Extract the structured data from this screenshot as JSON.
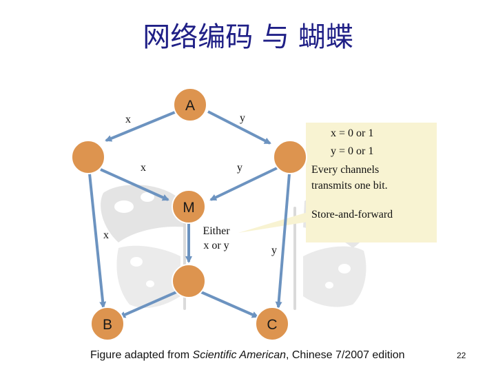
{
  "title": "网络编码 与 蝴蝶",
  "colors": {
    "node_fill": "#dd944f",
    "node_stroke": "#ffffff",
    "arrow": "#6c93c0",
    "note_bg": "#f8f3d2",
    "title": "#1f1f86"
  },
  "nodes": {
    "top": "A",
    "middle": "M",
    "bottom_left": "B",
    "bottom_right": "C",
    "left": "",
    "right": "",
    "merge": ""
  },
  "edge_labels": {
    "a_to_left": "x",
    "a_to_right": "y",
    "left_to_m": "x",
    "right_to_m": "y",
    "left_to_b": "x",
    "right_to_c": "y"
  },
  "note": {
    "line1": "x = 0 or 1",
    "line2": "y = 0 or 1",
    "line3": "Every channels",
    "line4": "transmits one bit.",
    "line5": "Store-and-forward"
  },
  "callout": {
    "line1": "Either",
    "line2": "x or y"
  },
  "caption": {
    "prefix": "Figure adapted from ",
    "italic": "Scientific American",
    "suffix": ", Chinese 7/2007 edition"
  },
  "page_number": "22"
}
